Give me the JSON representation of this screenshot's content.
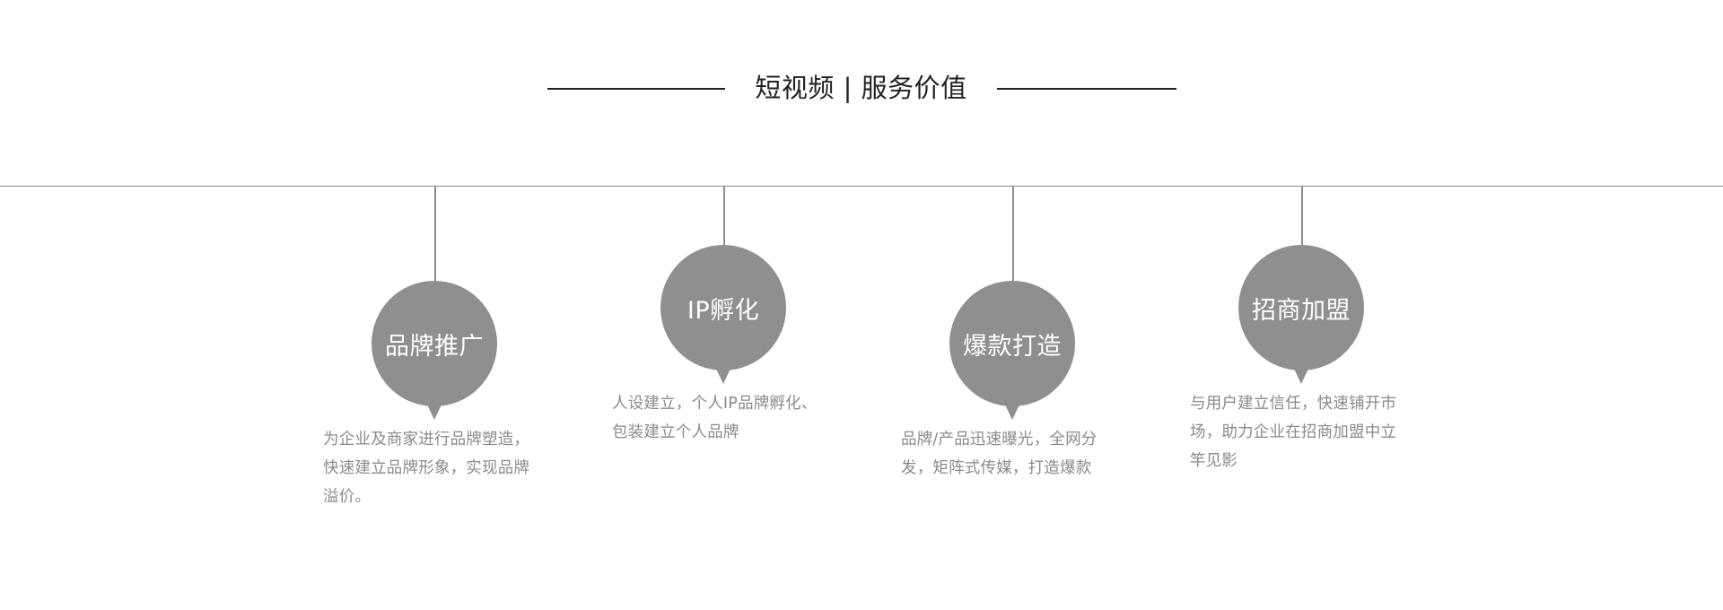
{
  "title": "短视频 | 服务价值",
  "colors": {
    "bubble": "#8f8f8f",
    "line": "#8a8a8a",
    "title": "#222222",
    "text": "#8a8a8a"
  },
  "nodes": [
    {
      "label": "品牌推广",
      "description": "为企业及商家进行品牌塑造，快速建立品牌形象，实现品牌溢价。"
    },
    {
      "label": "IP孵化",
      "description": "人设建立，个人IP品牌孵化、包装建立个人品牌"
    },
    {
      "label": "爆款打造",
      "description": "品牌/产品迅速曝光，全网分发，矩阵式传媒，打造爆款"
    },
    {
      "label": "招商加盟",
      "description": "与用户建立信任，快速铺开市场，助力企业在招商加盟中立竿见影"
    }
  ]
}
